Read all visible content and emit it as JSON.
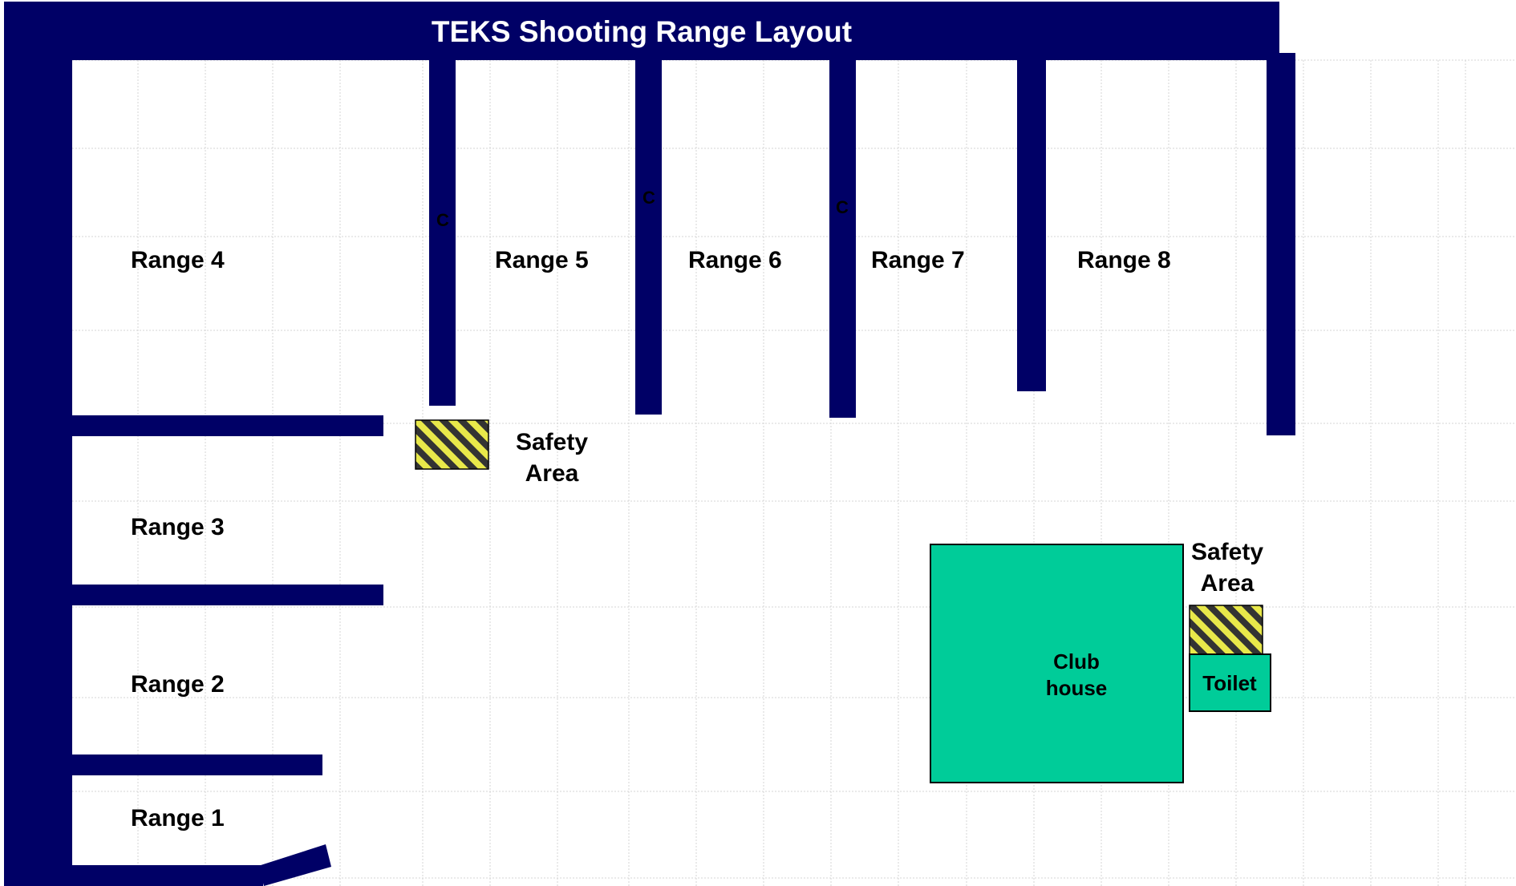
{
  "title": "TEKS Shooting Range Layout",
  "ranges": {
    "r1": "Range 1",
    "r2": "Range 2",
    "r3": "Range 3",
    "r4": "Range 4",
    "r5": "Range 5",
    "r6": "Range 6",
    "r7": "Range 7",
    "r8": "Range 8"
  },
  "safety_areas": [
    {
      "line1": "Safety",
      "line2": "Area"
    },
    {
      "line1": "Safety",
      "line2": "Area"
    }
  ],
  "clubhouse": {
    "line1": "Club",
    "line2": "house"
  },
  "toilet": "Toilet",
  "wall_marker": "C",
  "colors": {
    "wall": "#000066",
    "clubhouse": "#00CC99",
    "hatch_yellow": "#E8E84A",
    "hatch_dark": "#333333",
    "grid": "#d4d4d4"
  }
}
